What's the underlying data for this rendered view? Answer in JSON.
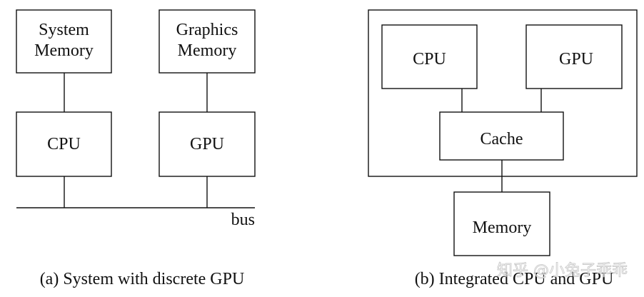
{
  "diagram_a": {
    "boxes": {
      "system_memory_line1": "System",
      "system_memory_line2": "Memory",
      "graphics_memory_line1": "Graphics",
      "graphics_memory_line2": "Memory",
      "cpu": "CPU",
      "gpu": "GPU"
    },
    "bus_label": "bus",
    "caption": "(a) System with discrete GPU"
  },
  "diagram_b": {
    "boxes": {
      "cpu": "CPU",
      "gpu": "GPU",
      "cache": "Cache",
      "memory": "Memory"
    },
    "caption": "(b) Integrated CPU and GPU"
  },
  "watermark": "知乎 @小兔子乖乖"
}
